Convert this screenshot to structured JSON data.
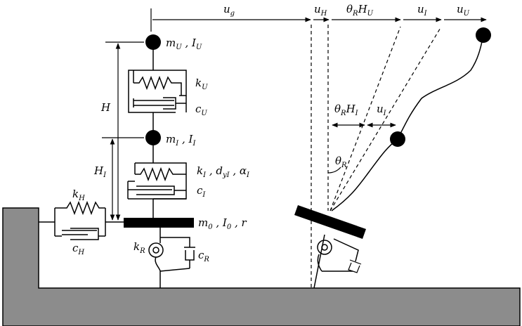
{
  "colors": {
    "ground": "#8c8c8c",
    "ink": "#000000",
    "background": "#ffffff"
  },
  "labels": {
    "ug": {
      "base": "u",
      "sub": "g"
    },
    "uH": {
      "base": "u",
      "sub": "H"
    },
    "thetaRHU": {
      "base1": "θ",
      "sub1": "R",
      "base2": "H",
      "sub2": "U"
    },
    "uI_top": {
      "base": "u",
      "sub": "I"
    },
    "uU": {
      "base": "u",
      "sub": "U"
    },
    "mU": {
      "m": "m",
      "msub": "U",
      "sep": " , ",
      "i": "I",
      "isub": "U"
    },
    "mI": {
      "m": "m",
      "msub": "I",
      "sep": " , ",
      "i": "I",
      "isub": "I"
    },
    "kU": {
      "base": "k",
      "sub": "U"
    },
    "cU": {
      "base": "c",
      "sub": "U"
    },
    "H": {
      "base": "H"
    },
    "HI": {
      "base": "H",
      "sub": "I"
    },
    "kI_row": {
      "k": "k",
      "ksub": "I",
      "sep1": " , ",
      "d": "d",
      "dsub": "yI",
      "sep2": " , ",
      "a": "α",
      "asub": "I"
    },
    "cI": {
      "base": "c",
      "sub": "I"
    },
    "kH": {
      "base": "k",
      "sub": "H"
    },
    "cH": {
      "base": "c",
      "sub": "H"
    },
    "m0_row": {
      "m": "m",
      "msub": "0",
      "sep1": " , ",
      "i": "I",
      "isub": "0",
      "sep2": " , ",
      "r": "r"
    },
    "kR": {
      "base": "k",
      "sub": "R"
    },
    "cR": {
      "base": "c",
      "sub": "R"
    },
    "thetaRHI": {
      "base1": "θ",
      "sub1": "R",
      "base2": "H",
      "sub2": "I"
    },
    "uI_mid": {
      "base": "u",
      "sub": "I"
    },
    "thetaR": {
      "base": "θ",
      "sub": "R"
    }
  }
}
